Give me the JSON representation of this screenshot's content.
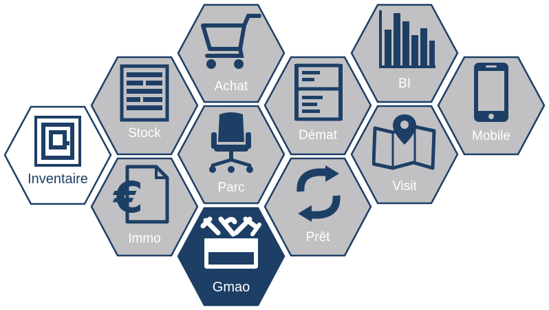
{
  "modules": [
    {
      "id": "inventaire",
      "label": "Inventaire",
      "icon": "rfid-tag-icon",
      "style": "white"
    },
    {
      "id": "stock",
      "label": "Stock",
      "icon": "shelving-icon",
      "style": "grey"
    },
    {
      "id": "achat",
      "label": "Achat",
      "icon": "shopping-cart-icon",
      "style": "grey"
    },
    {
      "id": "immo",
      "label": "Immo",
      "icon": "euro-document-icon",
      "style": "grey"
    },
    {
      "id": "parc",
      "label": "Parc",
      "icon": "office-chair-icon",
      "style": "grey"
    },
    {
      "id": "gmao",
      "label": "Gmao",
      "icon": "toolbox-icon",
      "style": "navy"
    },
    {
      "id": "demat",
      "label": "Démat",
      "icon": "document-form-icon",
      "style": "grey"
    },
    {
      "id": "pret",
      "label": "Prêt",
      "icon": "exchange-arrows-icon",
      "style": "grey"
    },
    {
      "id": "bi",
      "label": "BI",
      "icon": "bar-chart-icon",
      "style": "grey"
    },
    {
      "id": "visit",
      "label": "Visit",
      "icon": "map-pin-icon",
      "style": "grey"
    },
    {
      "id": "mobile",
      "label": "Mobile",
      "icon": "smartphone-icon",
      "style": "grey"
    }
  ],
  "colors": {
    "hex_fill_grey": "#c1c1c3",
    "hex_fill_navy": "#1d3f66",
    "hex_fill_white": "#ffffff",
    "hex_border": "#1d3f66",
    "icon_navy": "#1d3f66",
    "label_light": "#ffffff",
    "label_dark": "#1d3f66"
  }
}
